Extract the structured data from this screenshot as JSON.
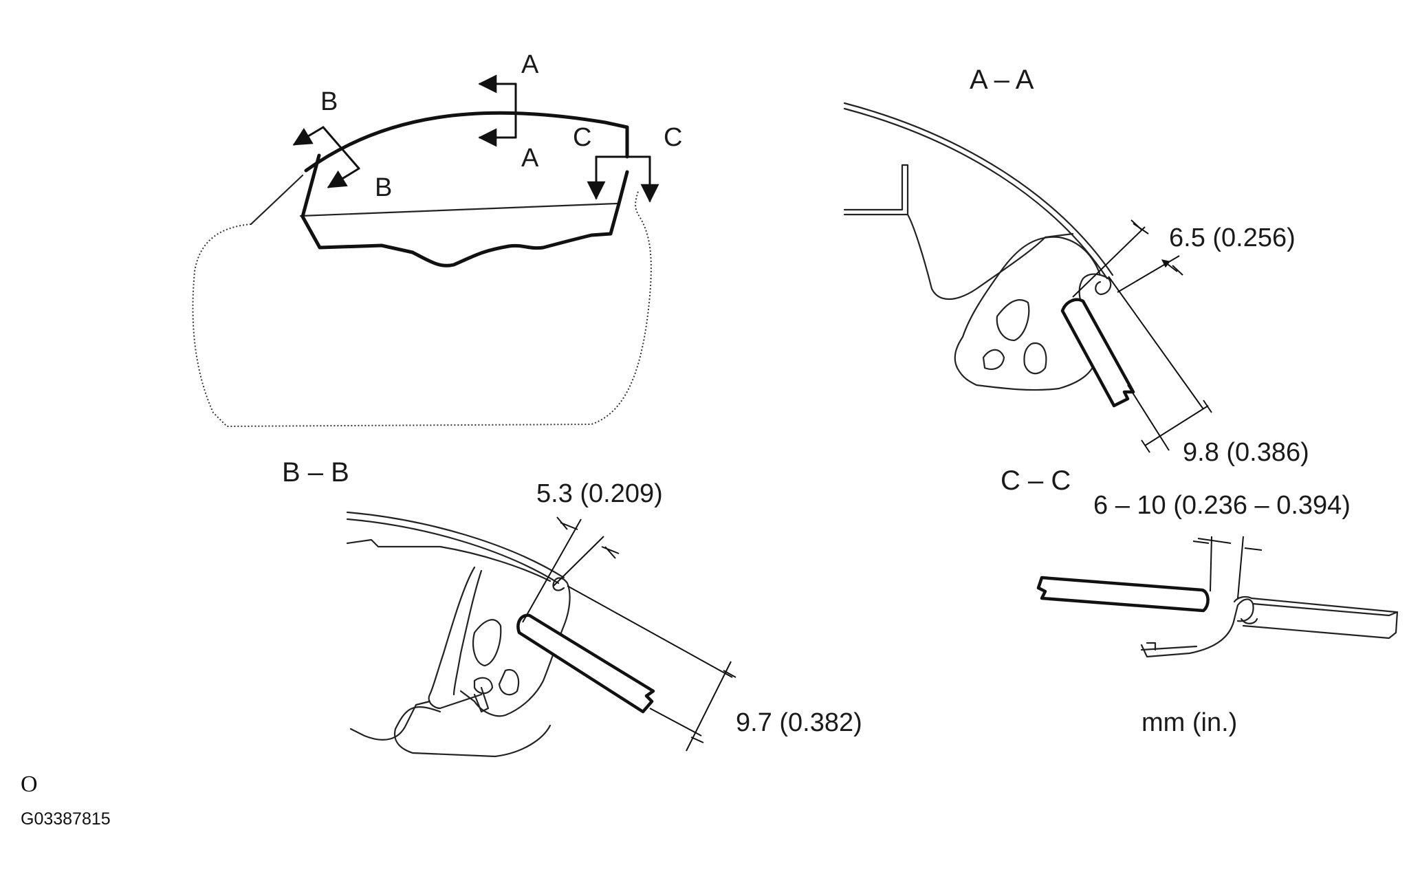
{
  "overview": {
    "section_markers": {
      "a_top": "A",
      "a_bottom": "A",
      "b_top": "B",
      "b_bottom": "B",
      "c_left": "C",
      "c_right": "C"
    }
  },
  "sections": {
    "aa": {
      "title": "A – A",
      "dim_gap": "6.5 (0.256)",
      "dim_overlap": "9.8 (0.386)"
    },
    "bb": {
      "title": "B – B",
      "dim_gap": "5.3 (0.209)",
      "dim_overlap": "9.7 (0.382)"
    },
    "cc": {
      "title": "C – C",
      "dim_gap": "6 – 10 (0.236 – 0.394)"
    }
  },
  "units_label": "mm (in.)",
  "bullet": "O",
  "figure_code": "G03387815"
}
